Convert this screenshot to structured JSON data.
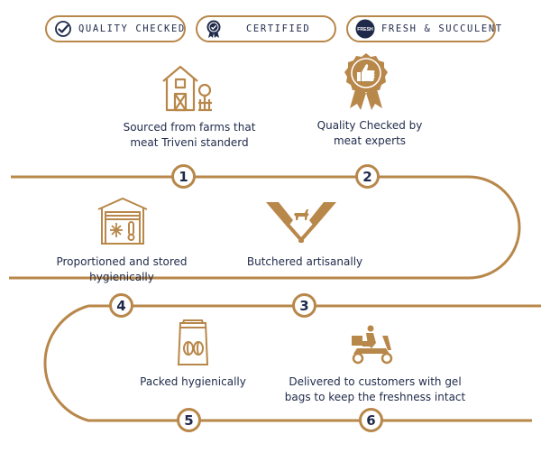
{
  "badges": {
    "quality": "QUALITY CHECKED",
    "certified": "CERTIFIED",
    "fresh": "FRESH & SUCCULENT",
    "fresh_seal_text": "FRESH"
  },
  "steps": [
    {
      "number": "1",
      "line1": "Sourced from farms that",
      "line2": "meat Triveni standerd",
      "icon": "farm-icon"
    },
    {
      "number": "2",
      "line1": "Quality Checked by",
      "line2": "meat experts",
      "icon": "thumbs-up-seal-icon"
    },
    {
      "number": "3",
      "line1": "Butchered artisanally",
      "line2": "",
      "icon": "butcher-knives-goat-icon"
    },
    {
      "number": "4",
      "line1": "Proportioned and stored",
      "line2": "hygienically",
      "icon": "cold-storage-icon"
    },
    {
      "number": "5",
      "line1": "Packed hygienically",
      "line2": "",
      "icon": "packet-icon"
    },
    {
      "number": "6",
      "line1": "Delivered to customers with gel",
      "line2": "bags to keep the freshness intact",
      "icon": "delivery-scooter-icon"
    }
  ],
  "colors": {
    "gold": "#b8874a",
    "navy": "#1f2a4a"
  }
}
